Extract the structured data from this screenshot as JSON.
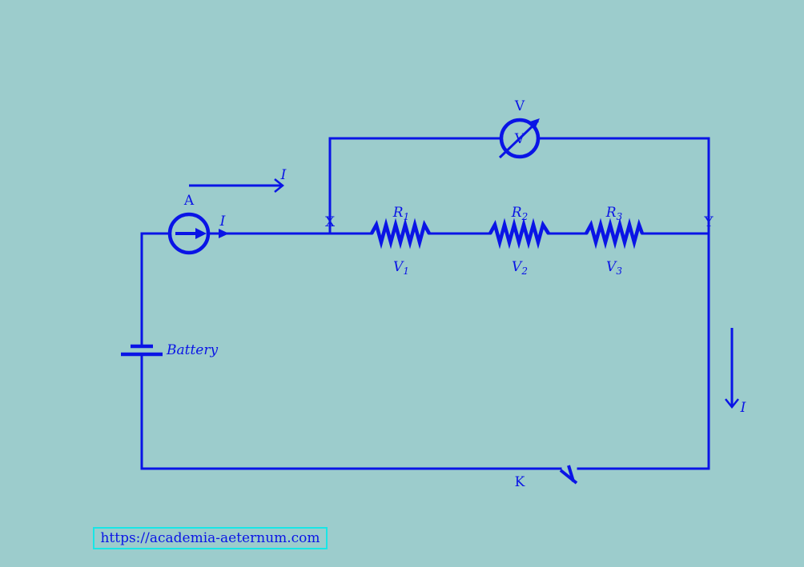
{
  "labels": {
    "ammeter": "A",
    "voltmeter_top": "V",
    "voltmeter_inner": "V",
    "node_x": "X",
    "node_y": "Y",
    "r1": "R",
    "r1_sub": "1",
    "r2": "R",
    "r2_sub": "2",
    "r3": "R",
    "r3_sub": "3",
    "v1": "V",
    "v1_sub": "1",
    "v2": "V",
    "v2_sub": "2",
    "v3": "V",
    "v3_sub": "3",
    "battery": "Battery",
    "switch": "K",
    "current_top": "I",
    "current_ammeter": "I",
    "current_right": "I"
  },
  "footer": {
    "url": "https://academia-aeternum.com"
  },
  "colors": {
    "background": "#9ccccc",
    "ink": "#0a14e6",
    "link_border": "#18e6e6"
  }
}
